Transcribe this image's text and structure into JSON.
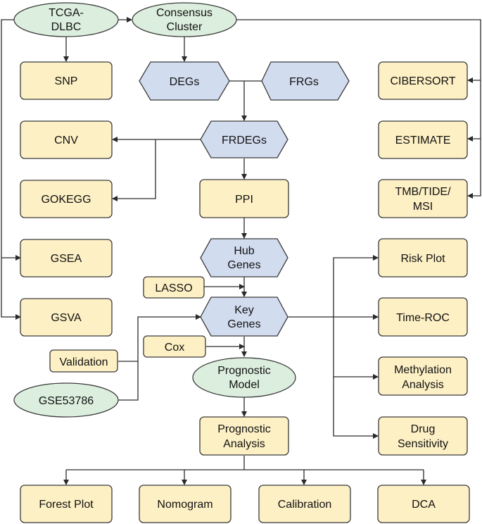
{
  "colors": {
    "ellipse_fill": "#dceedd",
    "box_fill": "#fdf0c4",
    "hex_fill": "#d2dcef",
    "stroke": "#3a3a3a",
    "line": "#2a2a2a",
    "text": "#111111"
  },
  "nodes": {
    "tcga": [
      "TCGA-",
      "DLBC"
    ],
    "consensus": [
      "Consensus",
      "Cluster"
    ],
    "snp": "SNP",
    "degs": "DEGs",
    "frgs": "FRGs",
    "cibersort": "CIBERSORT",
    "cnv": "CNV",
    "frdegs": "FRDEGs",
    "estimate": "ESTIMATE",
    "gokegg": "GOKEGG",
    "ppi": "PPI",
    "tmb": [
      "TMB/TIDE/",
      "MSI"
    ],
    "gsea": "GSEA",
    "hub": [
      "Hub",
      "Genes"
    ],
    "risk_plot": "Risk Plot",
    "lasso": "LASSO",
    "gsva": "GSVA",
    "key": [
      "Key",
      "Genes"
    ],
    "time_roc": "Time-ROC",
    "cox": "Cox",
    "validation": "Validation",
    "prognostic_model": [
      "Prognostic",
      "Model"
    ],
    "methylation": [
      "Methylation",
      "Analysis"
    ],
    "gse": "GSE53786",
    "prognostic_analysis": [
      "Prognostic",
      "Analysis"
    ],
    "drug": [
      "Drug",
      "Sensitivity"
    ],
    "forest": "Forest Plot",
    "nomogram": "Nomogram",
    "calibration": "Calibration",
    "dca": "DCA"
  }
}
